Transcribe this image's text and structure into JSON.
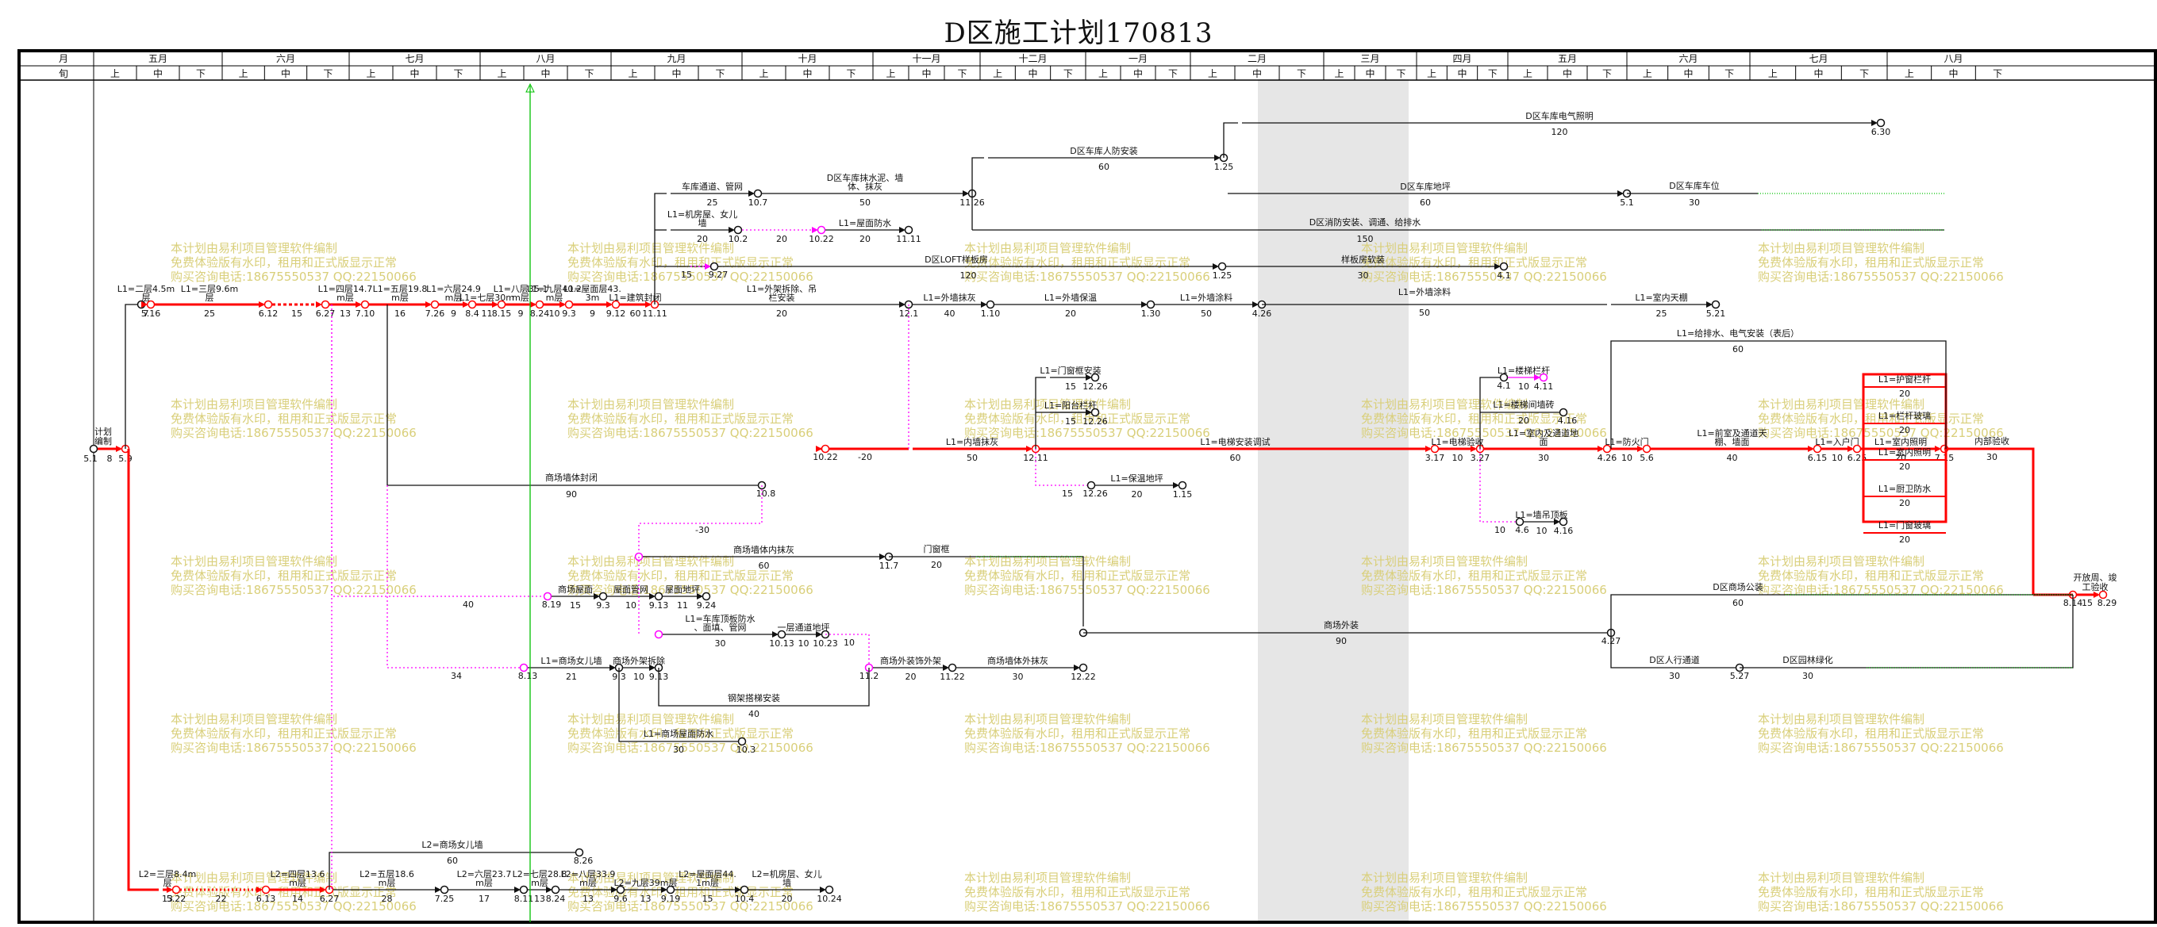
{
  "title": "D区施工计划170813",
  "header": {
    "row1_label": "月",
    "row2_label": "旬",
    "tendays": [
      "上",
      "中",
      "下"
    ],
    "months": [
      "五月",
      "六月",
      "七月",
      "八月",
      "九月",
      "十月",
      "十一月",
      "十二月",
      "一月",
      "二月",
      "三月",
      "四月",
      "五月",
      "六月",
      "七月",
      "八月"
    ]
  },
  "watermark": [
    "本计划由易利项目管理软件编制",
    "免费体验版有水印，租用和正式版显示正常",
    "购买咨询电话:18675550537 QQ:22150066"
  ],
  "colors": {
    "critical": "#ff0000",
    "normal": "#111111",
    "dummy": "#ff00ff",
    "free_float": "#00c000",
    "watermark": "#d9cf7a",
    "shade": "#e6e6e6"
  },
  "start_node": {
    "label": "计划编制",
    "date": "5.1",
    "dur": "8",
    "end": "5.9"
  },
  "row_a": [
    {
      "label": "L1=二层4.5m层",
      "dur": "7",
      "date": "5.16"
    },
    {
      "label": "L1=三层9.6m层",
      "dur": "25",
      "date": "6.12"
    },
    {
      "label": "",
      "dur": "15",
      "date": "6.27"
    },
    {
      "label": "L1=四层14.7m层",
      "dur": "13",
      "date": "7.10"
    },
    {
      "label": "L1=五层19.8m层",
      "dur": "16",
      "date": "7.26"
    },
    {
      "label": "L1=六层24.9m层",
      "dur": "9",
      "date": "8.4"
    },
    {
      "label": "L1=七层30m",
      "dur": "11",
      "date": "8.15"
    },
    {
      "label": "L1=八层35.1m层",
      "dur": "9",
      "date": "8.24"
    },
    {
      "label": "L1=九层40.2m层",
      "dur": "10",
      "date": "9.3"
    },
    {
      "label": "L1=屋面层43.3m",
      "dur": "9",
      "date": "9.12"
    },
    {
      "label": "L1=建筑封闭",
      "dur": "60",
      "date": "11.11"
    },
    {
      "label": "L1=外架拆除、吊栏安装",
      "dur": "20",
      "date": "12.1"
    },
    {
      "label": "L1=外墙抹灰",
      "dur": "40",
      "date": "1.10"
    },
    {
      "label": "L1=外墙保温",
      "dur": "20",
      "date": "1.30"
    },
    {
      "label": "L1=外墙涂料",
      "dur": "50",
      "date": "4.26"
    },
    {
      "label": "L1=室内天棚",
      "dur": "25",
      "date": "5.21"
    }
  ],
  "upper": {
    "road": {
      "label": "车库通道、管网",
      "dur": "25",
      "date": "10.7"
    },
    "plaster": {
      "label": "D区车库抹水泥、墙体、抹灰",
      "dur": "50",
      "date": "11.26"
    },
    "civil_def": {
      "label": "D区车库人防安装",
      "dur": "60",
      "date": "1.25"
    },
    "lighting": {
      "label": "D区车库电气照明",
      "dur": "120",
      "date": "6.30"
    },
    "floor": {
      "label": "D区车库地坪",
      "dur": "60",
      "date": "5.1"
    },
    "parking": {
      "label": "D区车库车位",
      "dur": "30"
    },
    "fire": {
      "label": "D区消防安装、调通、给排水",
      "dur": "150"
    },
    "machine_room": {
      "label": "L1=机房屋、女儿墙",
      "dur": "20",
      "date": "10.2"
    },
    "machine_dummy": {
      "dur": "20",
      "date": "10.22"
    },
    "roof_wp": {
      "label": "L1=屋面防水",
      "dur": "20",
      "date": "11.11"
    },
    "loft": {
      "label": "D区LOFT样板房",
      "dur": "120",
      "date": "1.25",
      "pre_dur": "15",
      "pre_date": "9.27"
    },
    "sample": {
      "label": "样板房软装",
      "dur": "30",
      "date": "4.1"
    }
  },
  "interior": [
    {
      "label": "L1=门窗框安装",
      "dur": "15",
      "date": "12.26"
    },
    {
      "label": "L1=阳台栏杆",
      "dur": "15",
      "date": "12.26"
    },
    {
      "label": "L1=保温地坪",
      "dur": "20",
      "date": "1.15",
      "pre": "15",
      "pre_date": "12.26"
    },
    {
      "label": "L1=电梯安装调试",
      "dur": "60",
      "date": "3.17"
    },
    {
      "label": "L1=内墙抹灰",
      "dur": "50",
      "date": "12.11"
    },
    {
      "label": "",
      "dur": "-20",
      "date": "10.22"
    },
    {
      "label": "L1=电梯验收",
      "dur": "10",
      "date": "3.27"
    },
    {
      "label": "L1=室内及通道地面",
      "dur": "30",
      "date": "4.26"
    },
    {
      "label": "L1=防火门",
      "dur": "10",
      "date": "5.6"
    },
    {
      "label": "L1=前室及通道天棚、墙面",
      "dur": "40",
      "date": "6.15"
    },
    {
      "label": "L1=入户门",
      "dur": "10",
      "date": "6.25"
    },
    {
      "label": "L1=室内照明",
      "dur": "20",
      "date": "7.15"
    },
    {
      "label": "内部验收",
      "dur": "30",
      "date": "8.14"
    },
    {
      "label": "开放周、竣工验收",
      "dur": "15",
      "date": "8.29"
    }
  ],
  "stair": {
    "label": "L1=楼梯栏杆",
    "dur": "10",
    "date": "4.11",
    "pre_date": "4.1"
  },
  "handrail": {
    "label": "L1=楼梯间墙砖",
    "dur": "20",
    "date": "4.16"
  },
  "gutter": {
    "label": "L1=墙吊顶板",
    "dur": "10",
    "date": "4.16",
    "pre_date": "4.6",
    "pre": "10"
  },
  "red_box": [
    {
      "label": "L1=护窗栏杆",
      "dur": "20"
    },
    {
      "label": "L1=栏杆玻璃",
      "dur": "20"
    },
    {
      "label": "L1=室内照明",
      "dur": "20"
    },
    {
      "label": "L1=厨卫防水",
      "dur": "20"
    },
    {
      "label": "L1=门窗玻璃",
      "dur": "20"
    }
  ],
  "pipe": {
    "label": "L1=给排水、电气安装（表后）",
    "dur": "60"
  },
  "shop": {
    "seal": {
      "label": "商场墙体封闭",
      "dur": "90",
      "date": "10.8"
    },
    "neg": {
      "dur": "-30"
    },
    "plaster": {
      "label": "商场墙体内抹灰",
      "dur": "60",
      "date": "11.7"
    },
    "door": {
      "label": "门窗框",
      "dur": "20"
    },
    "roof": {
      "label": "商场屋面",
      "dur": "15",
      "date": "9.3",
      "pre": "40",
      "pre_date": "8.19"
    },
    "pipe1": {
      "label": "屋面管网",
      "dur": "10",
      "date": "9.13"
    },
    "wp": {
      "label": "屋面地坪",
      "dur": "11",
      "date": "9.24"
    },
    "top": {
      "label": "L1=车库顶板防水、面填、管网",
      "dur": "30",
      "date": "10.13"
    },
    "ground": {
      "label": "一层通道地坪",
      "dur": "10",
      "date": "10.23",
      "dur2": "10"
    },
    "parapet": {
      "label": "L1=商场女儿墙",
      "dur": "21",
      "date": "9.3",
      "pre": "34",
      "pre_date": "8.13"
    },
    "frame": {
      "label": "商场外架拆除",
      "dur": "10",
      "date": "9.13"
    },
    "ext": {
      "label": "商场外装饰外架",
      "dur": "20",
      "date": "11.22",
      "pre_date": "11.2"
    },
    "outer": {
      "label": "商场墙体外抹灰",
      "dur": "30",
      "date": "12.22"
    },
    "steel": {
      "label": "钢架搭梯安装",
      "dur": "40"
    },
    "roofwp": {
      "label": "L1=商场屋面防水",
      "dur": "30",
      "date": "10.3"
    },
    "exterior": {
      "label": "商场外装",
      "dur": "90",
      "date": "4.27"
    },
    "road": {
      "label": "D区商场公装",
      "dur": "60"
    },
    "walk": {
      "label": "D区人行通道",
      "dur": "30",
      "date": "5.27"
    },
    "green": {
      "label": "D区园林绿化",
      "dur": "30"
    }
  },
  "row_b": [
    {
      "label": "L2=三层8.4m层",
      "dur": "13",
      "date": "5.22"
    },
    {
      "label": "",
      "dur": "22",
      "date": "6.13"
    },
    {
      "label": "L2=四层13.6m层",
      "dur": "14",
      "date": "6.27"
    },
    {
      "label": "L2=五层18.6m层",
      "dur": "28",
      "date": "7.25"
    },
    {
      "label": "L2=六层23.7m层",
      "dur": "17",
      "date": "8.11"
    },
    {
      "label": "L2=七层28.8m层",
      "dur": "13",
      "date": "8.24"
    },
    {
      "label": "L2=八层33.9m层",
      "dur": "13",
      "date": "9.6"
    },
    {
      "label": "L2=九层39m层",
      "dur": "13",
      "date": "9.19"
    },
    {
      "label": "L2=屋面层44.1m层",
      "dur": "15",
      "date": "10.4"
    },
    {
      "label": "L2=机房层、女儿墙",
      "dur": "20",
      "date": "10.24"
    }
  ],
  "row_b_top": {
    "label": "L2=商场女儿墙",
    "dur": "60",
    "date": "8.26"
  }
}
